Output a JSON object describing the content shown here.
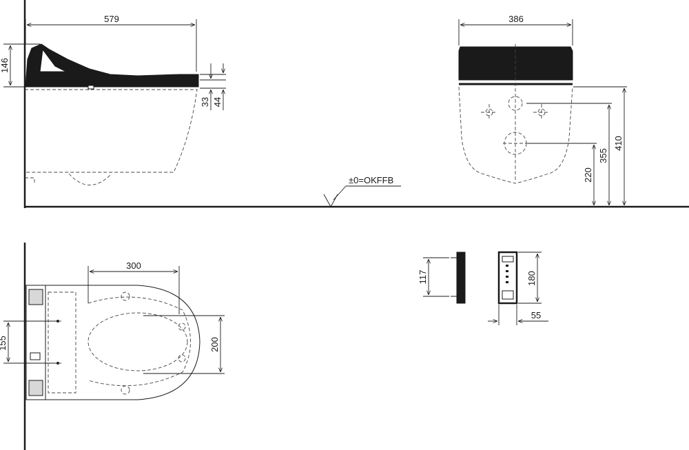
{
  "dimensions": {
    "side_length": "579",
    "side_seat_height": "146",
    "side_gap_33": "33",
    "side_gap_44": "44",
    "front_width": "386",
    "front_h220": "220",
    "front_h355": "355",
    "front_h410": "410",
    "top_seat_width": "300",
    "top_mount_155": "155",
    "top_depth_200": "200",
    "remote_height_117": "117",
    "remote_height_180": "180",
    "remote_width_55": "55"
  },
  "floor_reference": "±0=OKFFB",
  "colors": {
    "line": "#1a1a1a",
    "background": "#ffffff"
  }
}
